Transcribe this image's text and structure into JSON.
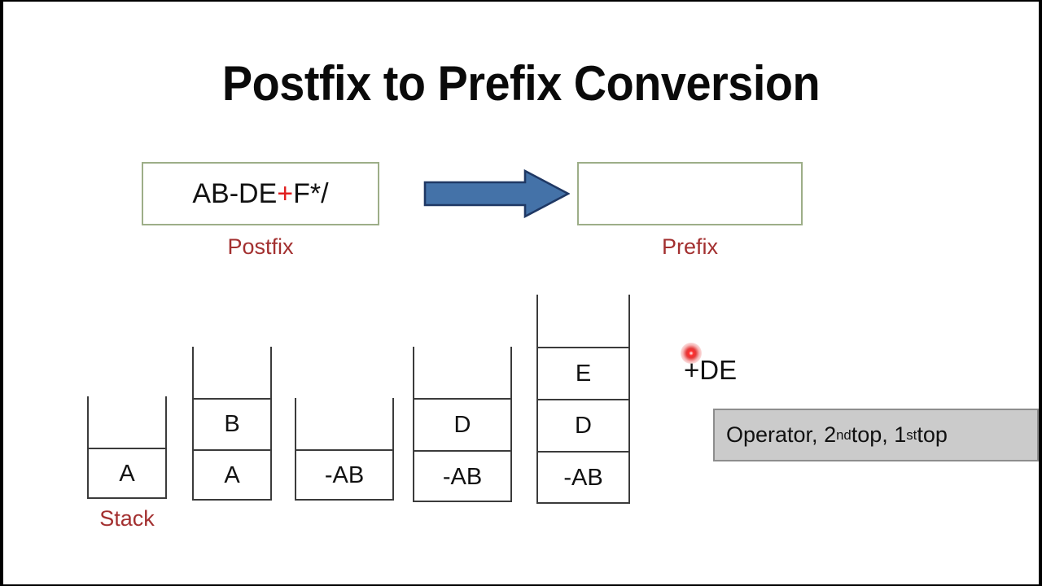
{
  "slide": {
    "title": "Postfix to Prefix Conversion",
    "background": "#ffffff",
    "frame_color": "#000000"
  },
  "expression": {
    "postfix": {
      "label": "Postfix",
      "value_before": "AB-DE",
      "value_highlight": "+",
      "value_after": "F*/",
      "full_value": "AB-DE+F*/",
      "highlight_color": "#e02020",
      "border_color": "#9dae88"
    },
    "prefix": {
      "label": "Prefix",
      "value": "",
      "border_color": "#9dae88"
    },
    "arrow": {
      "name": "right-arrow",
      "fill": "#4472a8",
      "stroke": "#1f3864",
      "direction": "right"
    }
  },
  "stacks": {
    "caption": "Stack",
    "caption_color": "#a33030",
    "items": [
      {
        "id": "stack-1",
        "cells": [
          "A"
        ]
      },
      {
        "id": "stack-2",
        "cells": [
          "B",
          "A"
        ]
      },
      {
        "id": "stack-3",
        "cells": [
          "-AB"
        ]
      },
      {
        "id": "stack-4",
        "cells": [
          "D",
          "-AB"
        ]
      },
      {
        "id": "stack-5",
        "cells": [
          "E",
          "D",
          "-AB"
        ]
      }
    ]
  },
  "annotation": {
    "result": "+DE",
    "laser_pointer": {
      "name": "laser-dot",
      "color": "#ff2a2a"
    },
    "rule": {
      "part1": "Operator, 2",
      "sup1": "nd",
      "part2": " top, 1",
      "sup2": "st",
      "part3": " top",
      "full_text": "Operator, 2nd top, 1st top",
      "background": "#cbcbcb",
      "border": "#8d8d8d"
    }
  }
}
